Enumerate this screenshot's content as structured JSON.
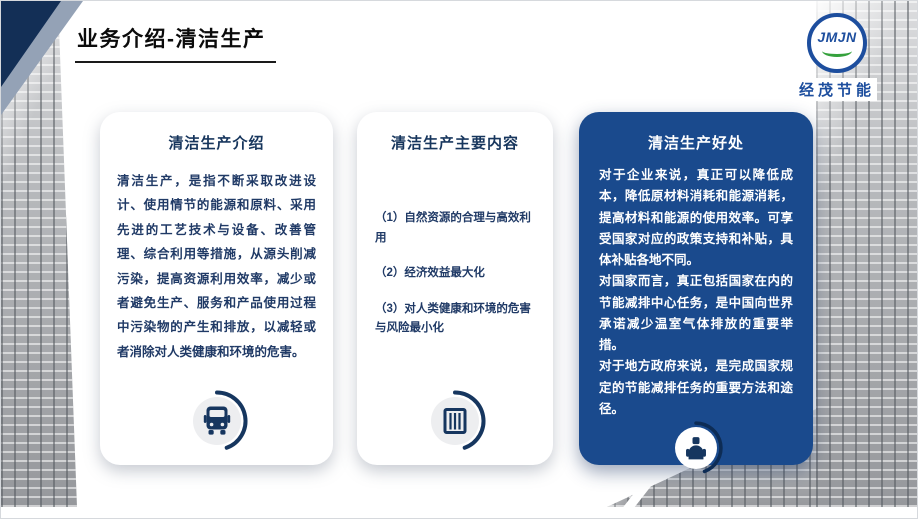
{
  "slide": {
    "title": "业务介绍-清洁生产",
    "logo": {
      "text": "JMJN",
      "subtitle": "经茂节能"
    },
    "cards": [
      {
        "title": "清洁生产介绍",
        "body": "清洁生产，是指不断采取改进设计、使用情节的能源和原料、采用先进的工艺技术与设备、改善管理、综合利用等措施，从源头削减污染，提高资源利用效率，减少或者避免生产、服务和产品使用过程中污染物的产生和排放，以减轻或者消除对人类健康和环境的危害。",
        "icon": "bus-icon"
      },
      {
        "title": "清洁生产主要内容",
        "items": [
          "（1）自然资源的合理与高效利用",
          "（2）经济效益最大化",
          "（3）对人类健康和环境的危害与风险最小化"
        ],
        "icon": "crate-icon"
      },
      {
        "title": "清洁生产好处",
        "paragraphs": [
          "对于企业来说，真正可以降低成本，降低原材料消耗和能源消耗，提高材料和能源的使用效率。可享受国家对应的政策支持和补贴，具体补贴各地不同。",
          "对国家而言，真正包括国家在内的节能减排中心任务，是中国向世界承诺减少温室气体排放的重要举措。",
          "对于地方政府来说，是完成国家规定的节能减排任务的重要方法和途径。"
        ],
        "icon": "worker-icon"
      }
    ],
    "colors": {
      "navy_card": "#1a4a8d",
      "text_navy": "#203a66",
      "title_navy": "#17365d",
      "corner_dark": "#132f56",
      "corner_light": "#94a2b6",
      "logo_blue": "#1d4e9e",
      "logo_green": "#35a13c"
    }
  }
}
